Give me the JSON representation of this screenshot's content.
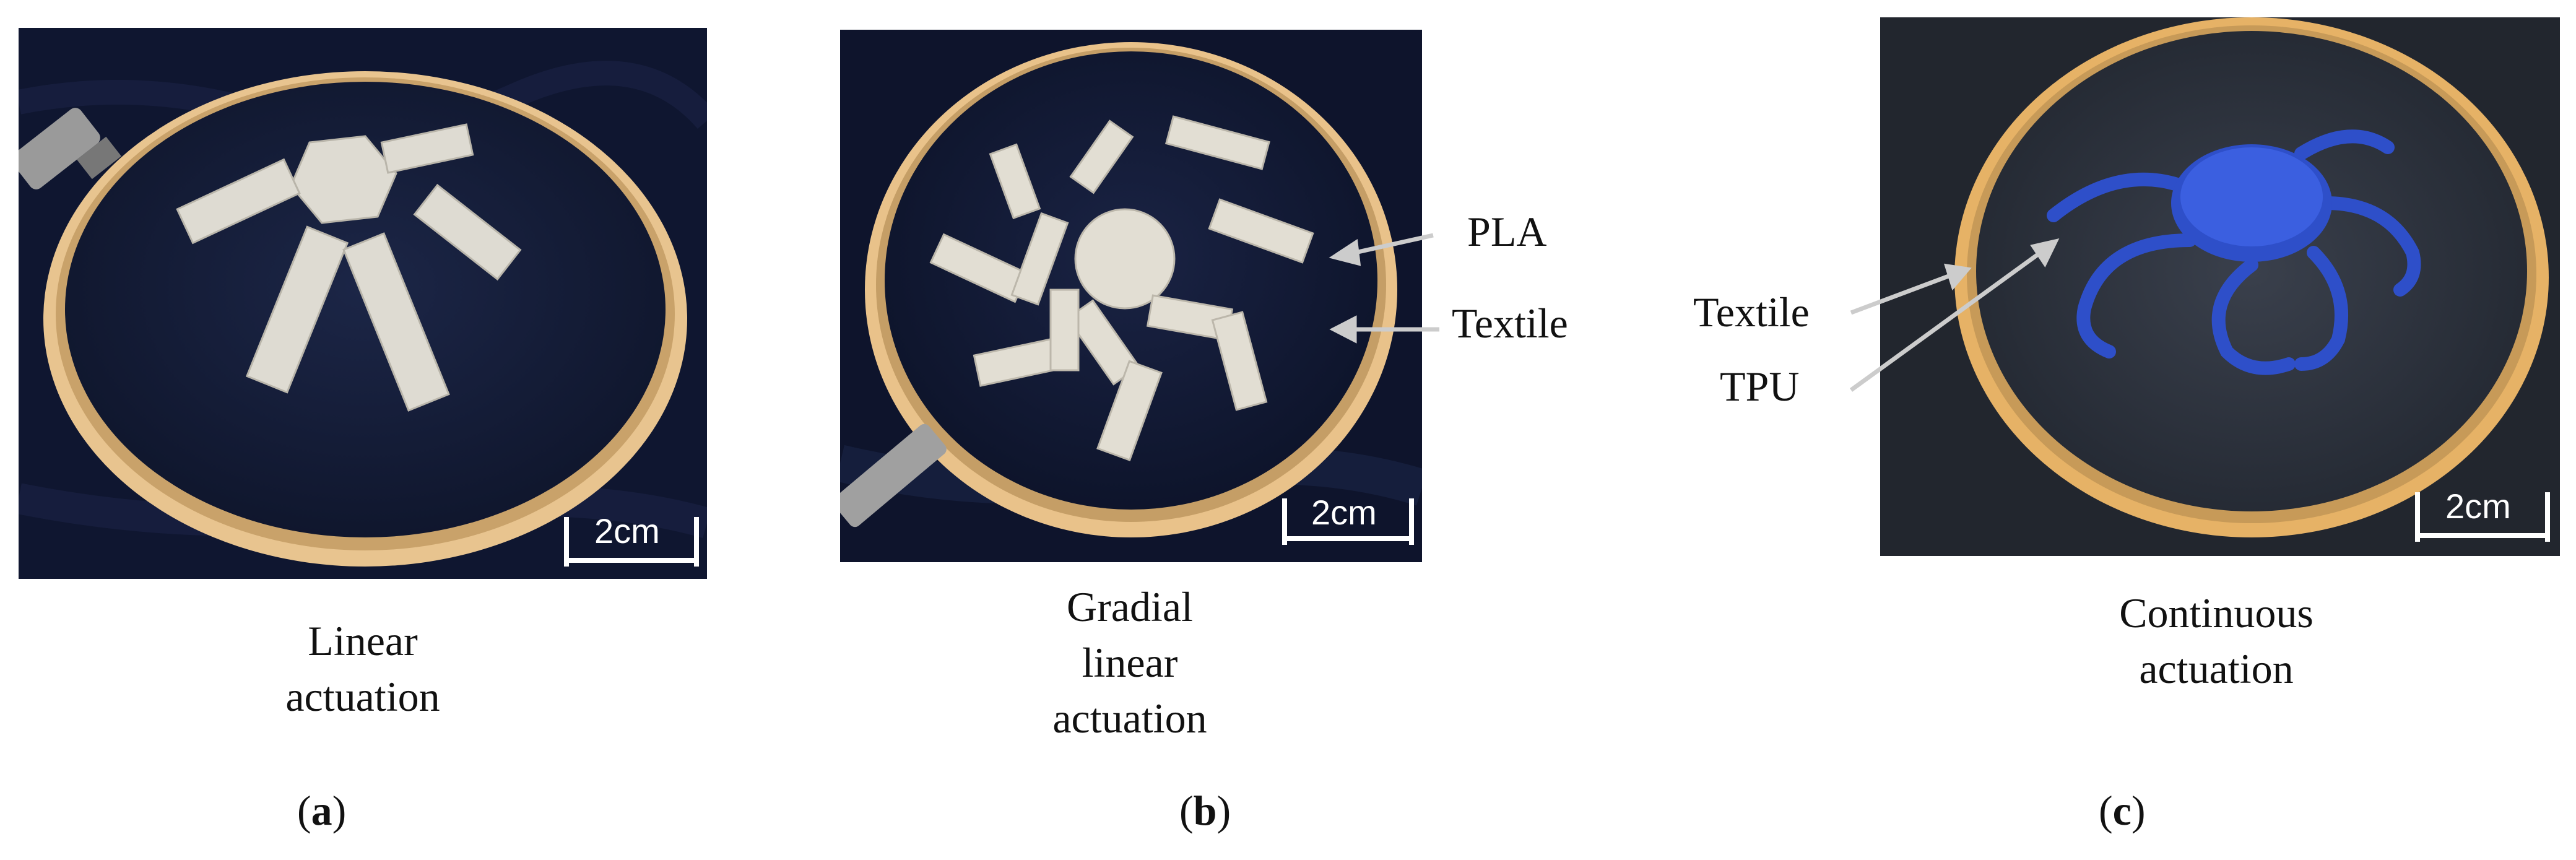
{
  "panels": [
    {
      "id": "a",
      "subfigure_label": "a",
      "caption_lines": [
        "Linear",
        "actuation"
      ],
      "scale_bar_label": "2cm",
      "colors": {
        "fabric": "#141c36",
        "hoop": "#e8c48f",
        "print": "#dedbd2",
        "screw": "#9a9a9a"
      }
    },
    {
      "id": "b",
      "subfigure_label": "b",
      "caption_lines": [
        "Gradial",
        "linear",
        "actuation"
      ],
      "scale_bar_label": "2cm",
      "callouts": [
        "PLA",
        "Textile"
      ],
      "colors": {
        "fabric": "#121a33",
        "hoop": "#e9c28a",
        "print": "#e2ded3",
        "screw": "#a0a0a0"
      }
    },
    {
      "id": "c",
      "subfigure_label": "c",
      "caption_lines": [
        "Continuous",
        "actuation"
      ],
      "scale_bar_label": "2cm",
      "callouts": [
        "Textile",
        "TPU"
      ],
      "colors": {
        "fabric": "#2a2f3a",
        "hoop": "#e6b266",
        "print": "#2e4fc9",
        "screw": "#b0a080"
      }
    }
  ]
}
